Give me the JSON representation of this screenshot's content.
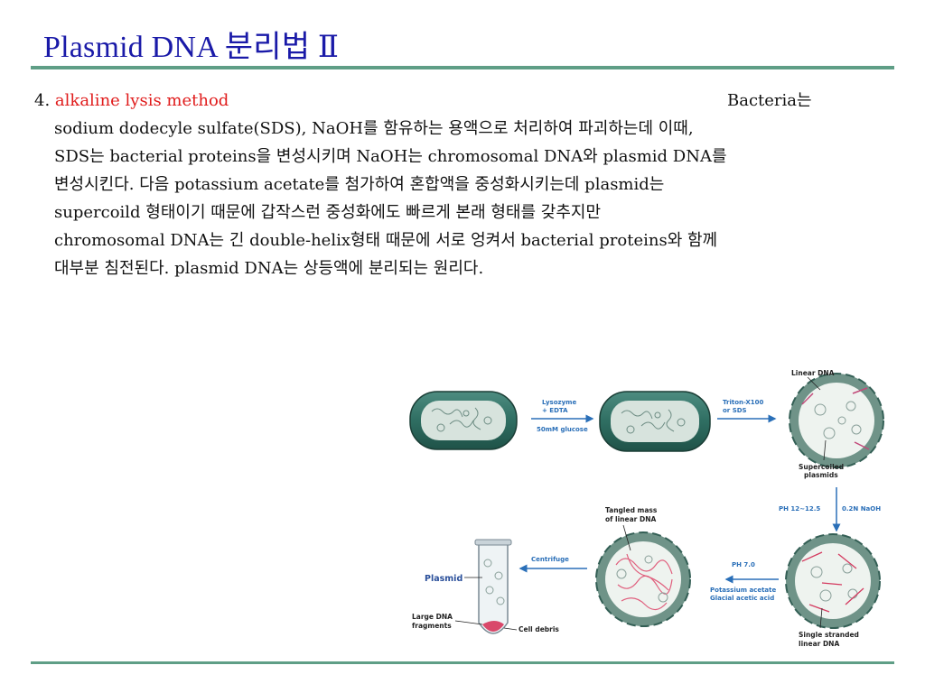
{
  "slide": {
    "title": "Plasmid DNA 분리법 Ⅱ",
    "item_number": "4.",
    "item_heading": "alkaline lysis method",
    "right_label": "Bacteria는",
    "lines": [
      "sodium dodecyle sulfate(SDS), NaOH를 함유하는 용액으로 처리하여 파괴하는데 이때,",
      "SDS는 bacterial proteins을 변성시키며 NaOH는 chromosomal DNA와 plasmid DNA를",
      "변성시킨다. 다음 potassium acetate를 첨가하여 혼합액을 중성화시키는데 plasmid는",
      "supercoild 형태이기 때문에 갑작스런 중성화에도 빠르게 본래 형태를 갖추지만",
      "chromosomal DNA는 긴 double-helix형태 때문에 서로 엉켜서 bacterial proteins와 함께",
      "대부분 침전된다. plasmid DNA는 상등액에 분리되는 원리다."
    ]
  },
  "figure": {
    "step1_reagent_a": "Lysozyme",
    "step1_reagent_b": "+ EDTA",
    "step1_reagent_c": "50mM glucose",
    "step2_reagent_a": "Triton-X100",
    "step2_reagent_b": "or SDS",
    "linear_dna": "Linear DNA",
    "supercoiled_a": "Supercoiled",
    "supercoiled_b": "plasmids",
    "ph_range": "PH 12~12.5",
    "naoh": "0.2N NaOH",
    "tangled_a": "Tangled mass",
    "tangled_b": "of linear DNA",
    "ph7": "PH 7.0",
    "potassium_a": "Potassium acetate",
    "potassium_b": "Glacial acetic acid",
    "centrifuge": "Centrifuge",
    "plasmid": "Plasmid",
    "large_dna_a": "Large DNA",
    "large_dna_b": "fragments",
    "cell_debris": "Cell debris",
    "single_a": "Single stranded",
    "single_b": "linear DNA"
  }
}
